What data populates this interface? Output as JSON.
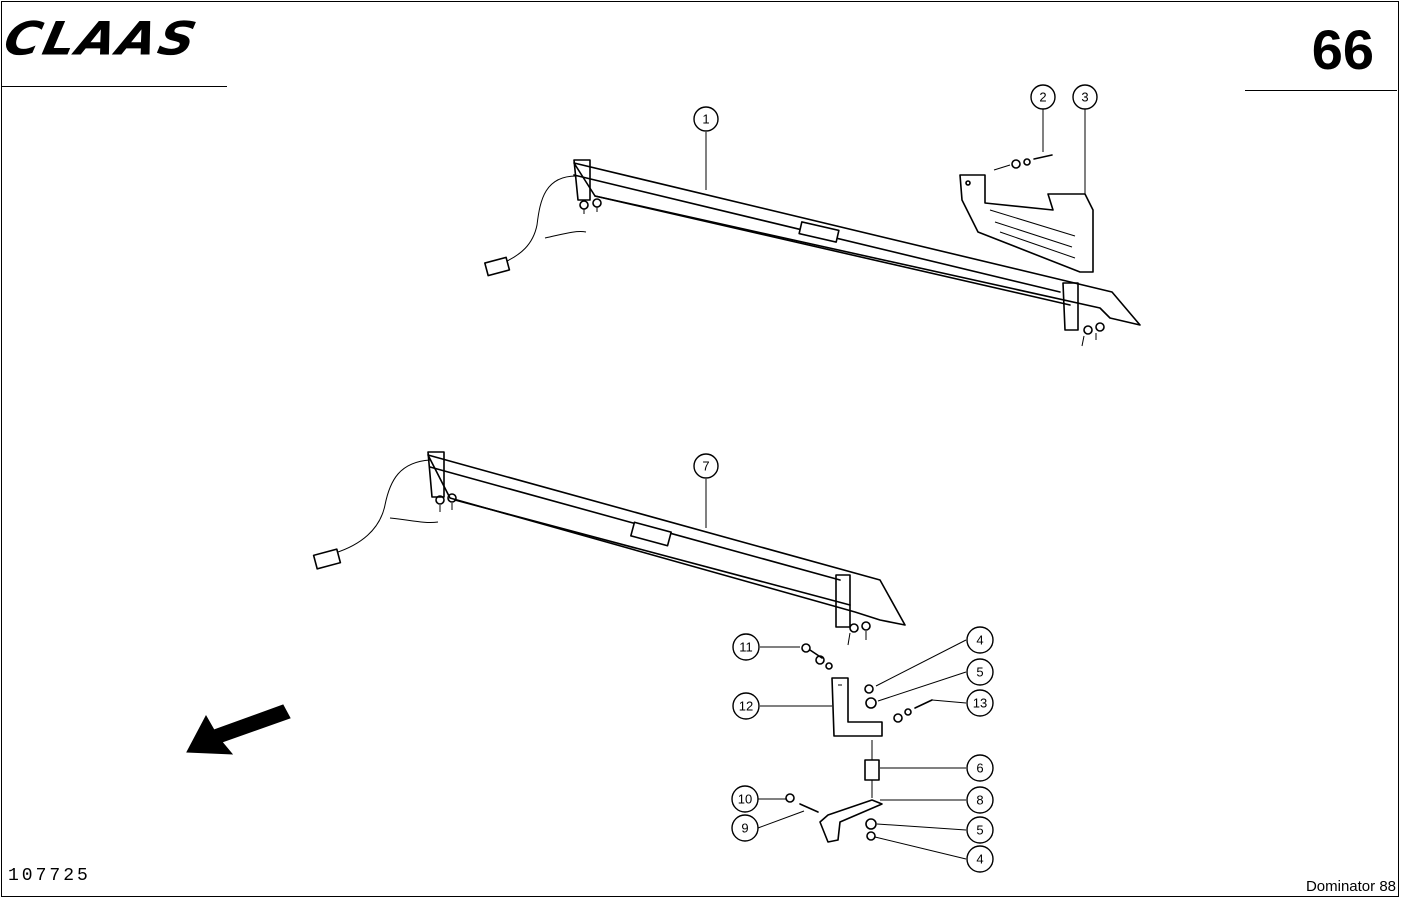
{
  "header": {
    "brand": "CLAAS",
    "page_number": "66"
  },
  "footer": {
    "document_number": "107725",
    "model": "Dominator 88"
  },
  "callouts": [
    "1",
    "2",
    "3",
    "4",
    "5",
    "6",
    "7",
    "8",
    "9",
    "10",
    "11",
    "12",
    "13"
  ]
}
